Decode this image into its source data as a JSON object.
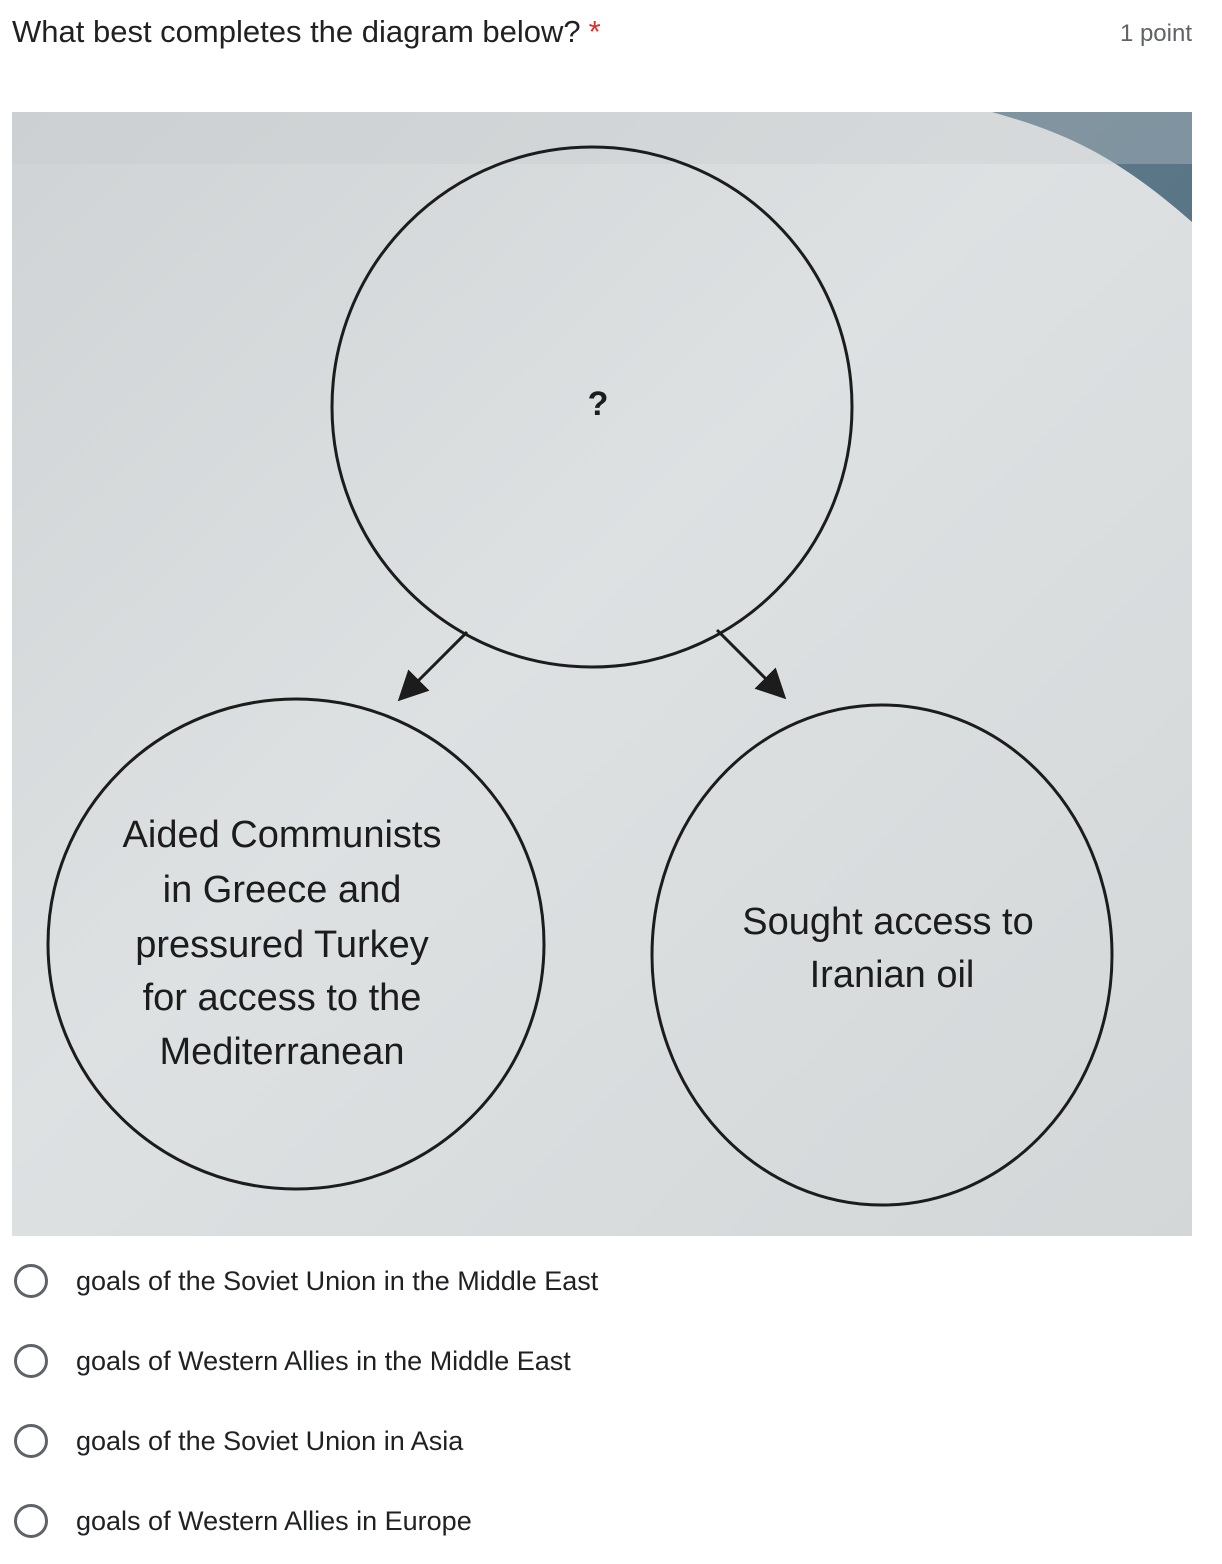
{
  "question": {
    "title": "What best completes the diagram below?",
    "required_marker": "*",
    "points": "1 point"
  },
  "diagram": {
    "top_circle_text": "?",
    "left_circle_lines": [
      "Aided Communists",
      "in Greece and",
      "pressured Turkey",
      "for access to the",
      "Mediterranean"
    ],
    "right_circle_lines": [
      "Sought access to",
      "Iranian oil"
    ]
  },
  "options": [
    {
      "label": "goals of the Soviet Union in the Middle East"
    },
    {
      "label": "goals of Western Allies in the Middle East"
    },
    {
      "label": "goals of the Soviet Union in Asia"
    },
    {
      "label": "goals of Western Allies in Europe"
    }
  ],
  "colors": {
    "required": "#d93025",
    "text": "#202124",
    "muted": "#5f6368",
    "paper": "#d8dcdd"
  }
}
